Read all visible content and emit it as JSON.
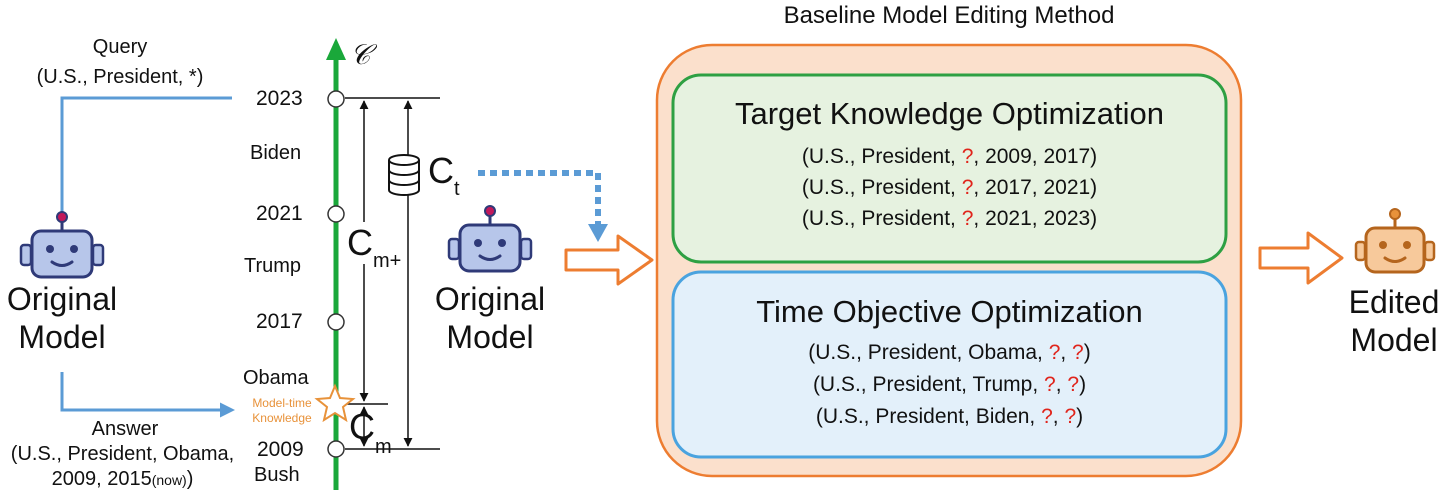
{
  "query": {
    "label": "Query",
    "tuple": "(U.S., President, *)"
  },
  "answer": {
    "label": "Answer",
    "tuple_line1": "(U.S., President, Obama,",
    "tuple_line2_main": "2009, 2015",
    "tuple_line2_small": "(now)",
    "tuple_line2_end": ")"
  },
  "timeline": {
    "axis_symbol": "𝒞",
    "years": [
      "2023",
      "2021",
      "2017",
      "2009"
    ],
    "presidents": [
      "Biden",
      "Trump",
      "Obama",
      "Bush"
    ],
    "model_time_label": "Model-time Knowledge",
    "model_time_line1": "Model-time",
    "model_time_line2": "Knowledge",
    "c_t": {
      "main": "C",
      "sub": "t"
    },
    "c_m_plus": {
      "main": "C",
      "sub": "m+"
    },
    "c_m": {
      "main": "C",
      "sub": "m"
    }
  },
  "original_model_left": {
    "line1": "Original",
    "line2": "Model"
  },
  "original_model_mid": {
    "line1": "Original",
    "line2": "Model"
  },
  "edited_model": {
    "line1": "Edited",
    "line2": "Model"
  },
  "baseline_title": "Baseline Model Editing Method",
  "target_panel": {
    "title": "Target Knowledge Optimization",
    "rows": [
      {
        "prefix": "(U.S., President, ",
        "mark": "?",
        "suffix": ", 2009, 2017)"
      },
      {
        "prefix": "(U.S., President, ",
        "mark": "?",
        "suffix": ", 2017, 2021)"
      },
      {
        "prefix": "(U.S., President, ",
        "mark": "?",
        "suffix": ", 2021, 2023)"
      }
    ]
  },
  "time_panel": {
    "title": "Time Objective Optimization",
    "rows": [
      {
        "prefix": "(U.S., President, Obama, ",
        "mark1": "?",
        "sep": ", ",
        "mark2": "?",
        "suffix": ")"
      },
      {
        "prefix": "(U.S., President, Trump, ",
        "mark1": "?",
        "sep": ", ",
        "mark2": "?",
        "suffix": ")"
      },
      {
        "prefix": "(U.S., President, Biden, ",
        "mark1": "?",
        "sep": ", ",
        "mark2": "?",
        "suffix": ")"
      }
    ]
  },
  "colors": {
    "timeline_green": "#1aa83a",
    "connector_blue": "#5b9bd5",
    "orange": "#ed7d31",
    "outer_fill": "#fbe0cc",
    "target_fill": "#e6f2e0",
    "target_border": "#2ea043",
    "time_fill": "#e3f0fa",
    "time_border": "#4aa3df",
    "model_time_orange": "#e8923a",
    "robot_navy": "#2f3a78",
    "robot_blue": "#b7c6ea",
    "robot_pink": "#c2185b",
    "question_red": "#e0241b"
  }
}
